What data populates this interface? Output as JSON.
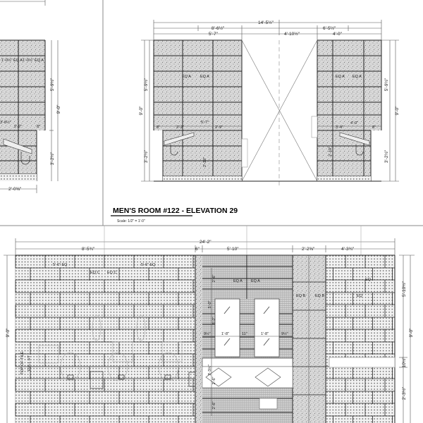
{
  "sheet": {
    "title": "MEN'S ROOM #122 - ELEVATION 29",
    "scale": "Scale: 1/2\" = 1'-0\""
  },
  "left_partial_elevation": {
    "tags": [
      "1'-0½\" EQ A",
      "1'-0½\" EQ A"
    ],
    "dims": {
      "upper": "5'-9½\"",
      "overall": "9'-0\"",
      "lower": "3'-2½\"",
      "width": "2'-0⅝\"",
      "h1": "3'-6½\"",
      "h2": "2'-2\"",
      "h3": "8\""
    }
  },
  "elevation_29": {
    "top_dims": {
      "overall": "14'-5½\"",
      "left": "8'-6½\"",
      "right": "6'-5½\"",
      "seg1": "5'-7\"",
      "seg2": "4'-10½\"",
      "seg3": "4'-0\""
    },
    "left_tags": [
      "EQ A",
      "EQ A"
    ],
    "right_tags": [
      "EQ A",
      "EQ A"
    ],
    "side_dims": {
      "upper": "5'-9½\"",
      "overall": "9'-0\"",
      "lower": "3'-2½\""
    },
    "left_h_dims": [
      "8\"",
      "2'-2\"",
      "5'-7\"",
      "2'-9\""
    ],
    "right_h_dims": [
      "3'-4\"",
      "4'-0\"",
      "8\""
    ],
    "vert_dims": [
      "2'-10\"",
      "2'-10\""
    ]
  },
  "bottom_elevation": {
    "top_dims": {
      "overall": "24'-2\"",
      "seg1": "8'-5¾\"",
      "seg2": "6\"",
      "seg3": "5'-10\"",
      "seg4": "2'-2⅝\"",
      "seg5": "4'-3¾\""
    },
    "tags": {
      "eq1": "5'-6\" EQ",
      "eq2": "5'-6\" EQ",
      "eqc1": "EQ C",
      "eqc2": "EQ C",
      "eqa1": "EQ A",
      "eqa2": "EQ A",
      "eqb1": "EQ B",
      "eqb2": "EQ B",
      "eq3": "EQ",
      "eq4": "EQ"
    },
    "mirror_dims": [
      "9½\"",
      "1'-8\"",
      "11\"",
      "1'-8\"",
      "9½\""
    ],
    "vert_dims": [
      "2'-6\"",
      "5'-0\"",
      "3'-2\"",
      "3'-3½\"",
      "2'-6\"",
      "2'-6\""
    ],
    "right_dims": {
      "upper": "5'-10½\"",
      "overall": "9'-0\"",
      "counter": "10½\"",
      "lower": "2'-3½\""
    },
    "left_dims": {
      "overall": "9'-0\"",
      "note": "TOP OF TILE",
      "note2": "FULL HT"
    }
  }
}
